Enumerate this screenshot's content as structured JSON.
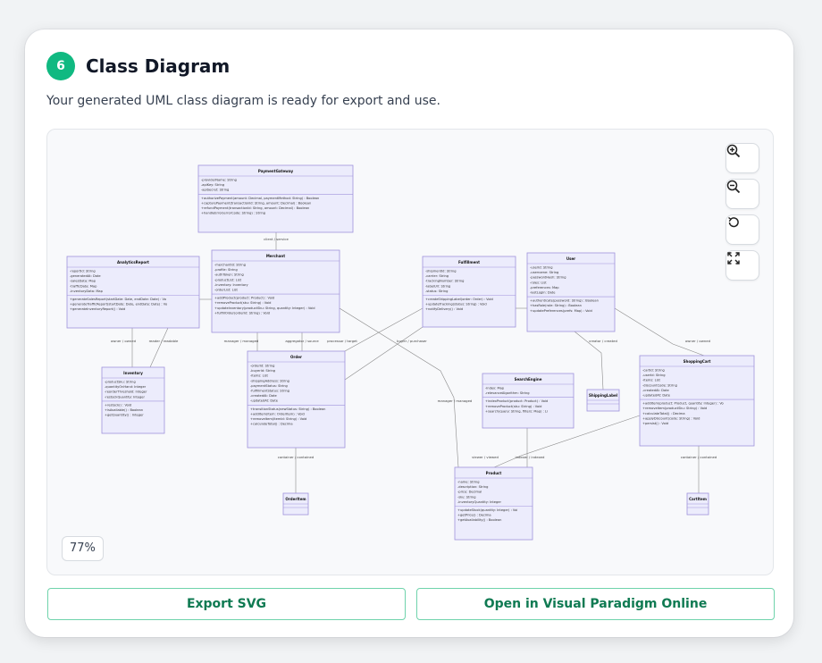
{
  "header": {
    "step_number": "6",
    "title": "Class Diagram",
    "subtitle": "Your generated UML class diagram is ready for export and use."
  },
  "toolbar": {
    "zoom_in_icon": "zoom-in-icon",
    "zoom_out_icon": "zoom-out-icon",
    "reset_icon": "reset-icon",
    "fit_icon": "fit-screen-icon",
    "zoom_level": "77%"
  },
  "actions": {
    "export_svg": "Export SVG",
    "open_visual_paradigm": "Open in Visual Paradigm Online"
  },
  "colors": {
    "accent": "#10b981",
    "class_fill": "#ececfc",
    "class_border": "#9f92db",
    "button_text": "#0f7a52"
  },
  "diagram": {
    "classes": [
      {
        "id": "PaymentGateway",
        "name": "PaymentGateway",
        "attributes": [
          "-providerName: String",
          "-apiKey: String",
          "-apiSecret: String"
        ],
        "methods": [
          "+authorizePayment(amount: Decimal, paymentMethod: String) : Boolean",
          "+capturePayment(transactionId: String, amount: Decimal) : Boolean",
          "+refundPayment(transactionId: String, amount: Decimal) : Boolean",
          "+handleError(errorCode: String) : String"
        ]
      },
      {
        "id": "AnalyticsReport",
        "name": "AnalyticsReport",
        "attributes": [
          "-reportId: String",
          "-generatedAt: Date",
          "-salesData: Map",
          "-trafficData: Map",
          "-inventoryData: Map"
        ],
        "methods": [
          "+generateSalesReport(startDate: Date, endDate: Date) : Vo",
          "+generateTrafficReport(startDate: Date, endDate: Date) : Vo",
          "+generateInventoryReport() : Void"
        ]
      },
      {
        "id": "Merchant",
        "name": "Merchant",
        "attributes": [
          "-merchantId: String",
          "-profile: String",
          "-authToken: String",
          "-productList: List",
          "-inventory: Inventory",
          "-orderList: List"
        ],
        "methods": [
          "+addProduct(product: Product) : Void",
          "+removeProduct(sku: String) : Void",
          "+updateInventory(productSku: String, quantity: Integer) : Void",
          "+fulfillOrder(orderId: String) : Void"
        ]
      },
      {
        "id": "Fulfillment",
        "name": "Fulfillment",
        "attributes": [
          "-shipmentId: String",
          "-carrier: String",
          "-trackingNumber: String",
          "-labelUrl: String",
          "-status: String"
        ],
        "methods": [
          "+createShippingLabel(order: Order) : Void",
          "+updateTracking(status: String) : Void",
          "+notifyDelivery() : Void"
        ]
      },
      {
        "id": "User",
        "name": "User",
        "attributes": [
          "-userId: String",
          "-username: String",
          "-passwordHash: String",
          "-roles: List",
          "-preferences: Map",
          "-lastLogin: Date"
        ],
        "methods": [
          "+authenticate(password: String) : Boolean",
          "+hasRole(role: String) : Boolean",
          "+updatePreferences(prefs: Map) : Void"
        ]
      },
      {
        "id": "Inventory",
        "name": "Inventory",
        "attributes": [
          "-productSku: String",
          "-quantityOnHand: Integer",
          "-reorderThreshold: Integer",
          "-restockQuantity: Integer"
        ],
        "methods": [
          "+restock() : Void",
          "+isAvailable() : Boolean",
          "+getQuantity() : Integer"
        ]
      },
      {
        "id": "Order",
        "name": "Order",
        "attributes": [
          "-orderId: String",
          "-buyerId: String",
          "-items: List",
          "-shippingAddress: String",
          "-paymentStatus: String",
          "-fulfillmentStatus: String",
          "-createdAt: Date",
          "-updatedAt: Date"
        ],
        "methods": [
          "+transitionStatus(newStatus: String) : Boolean",
          "+addItem(item: OrderItem) : Void",
          "+removeItem(itemId: String) : Void",
          "+calculateTotal() : Decima"
        ]
      },
      {
        "id": "SearchEngine",
        "name": "SearchEngine",
        "attributes": [
          "-index: Map",
          "-relevanceAlgorithm: String"
        ],
        "methods": [
          "+indexProduct(product: Product) : Void",
          "+removeProduct(sku: String) : Void",
          "+search(query: String, filters: Map) : Li"
        ]
      },
      {
        "id": "ShippingLabel",
        "name": "ShippingLabel",
        "attributes": [],
        "methods": []
      },
      {
        "id": "ShoppingCart",
        "name": "ShoppingCart",
        "attributes": [
          "-cartId: String",
          "-userId: String",
          "-items: List",
          "-discountCode: String",
          "-createdAt: Date",
          "-updatedAt: Date"
        ],
        "methods": [
          "+addItem(product: Product, quantity: Integer) : Vo",
          "+removeItem(productSku: String) : Void",
          "+calculateTotal() : Decima",
          "+applyDiscount(code: String) : Void",
          "+persist() : Void"
        ]
      },
      {
        "id": "Product",
        "name": "Product",
        "attributes": [
          "-name: String",
          "-description: String",
          "-price: Decimal",
          "-sku: String",
          "-inventoryQuantity: Integer"
        ],
        "methods": [
          "+updateStock(quantity: Integer) : Voi",
          "+getPrice() : Decima",
          "+getAvailability() : Boolean"
        ]
      },
      {
        "id": "OrderItem",
        "name": "OrderItem",
        "attributes": [],
        "methods": []
      },
      {
        "id": "CartItem",
        "name": "CartItem",
        "attributes": [],
        "methods": []
      }
    ],
    "relations": [
      {
        "from": "Merchant",
        "to": "PaymentGateway",
        "label": "client / service"
      },
      {
        "from": "AnalyticsReport",
        "to": "Inventory",
        "label": "owner / owned"
      },
      {
        "from": "AnalyticsReport",
        "to": "Inventory",
        "label": "reader / readable"
      },
      {
        "from": "Merchant",
        "to": "Order",
        "label": "manager / managed"
      },
      {
        "from": "Merchant",
        "to": "Order",
        "label": "aggregator / source"
      },
      {
        "from": "Order",
        "to": "Fulfillment",
        "label": "processor / target"
      },
      {
        "from": "Fulfillment",
        "to": "Order",
        "label": "buyer / purchaser"
      },
      {
        "from": "Merchant",
        "to": "Product",
        "label": "manager / managed"
      },
      {
        "from": "User",
        "to": "ShippingLabel",
        "label": "creator / created"
      },
      {
        "from": "User",
        "to": "ShoppingCart",
        "label": "owner / owned"
      },
      {
        "from": "Order",
        "to": "OrderItem",
        "label": "container / contained"
      },
      {
        "from": "ShoppingCart",
        "to": "Product",
        "label": "viewer / viewed"
      },
      {
        "from": "SearchEngine",
        "to": "Product",
        "label": "indexer / indexed"
      },
      {
        "from": "ShoppingCart",
        "to": "CartItem",
        "label": "container / contained"
      }
    ]
  }
}
